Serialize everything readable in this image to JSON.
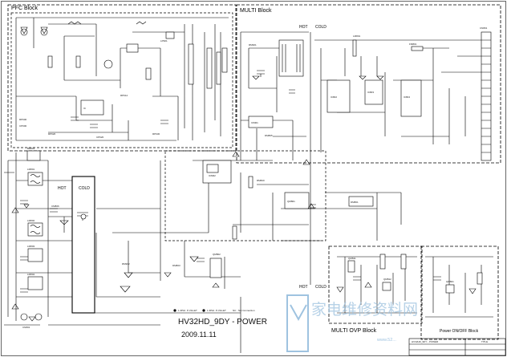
{
  "blocks": {
    "pfc": "PFC Block",
    "multi": "MULTI Block",
    "multi_ovp": "MULTI OVP Block",
    "power_onoff": "Power ON/OFF Block"
  },
  "zones": {
    "hot": "HOT",
    "cold": "COLD"
  },
  "title": {
    "model": "HV32HD_9DY - POWER",
    "date": "2009.11.11",
    "tb_title": "HV32HD_9DY - POWER",
    "tb_corner": "TITLE"
  },
  "legend": {
    "item1": "1.3PHI. P-VILLET",
    "item2": "1.3PHI. P-VILLET",
    "item3": "NC : Not Connection"
  },
  "watermark": {
    "text": "家电维修资料网",
    "url": "www.52..."
  },
  "colors": {
    "line": "#000000",
    "watermark": "#9fc3e0"
  }
}
